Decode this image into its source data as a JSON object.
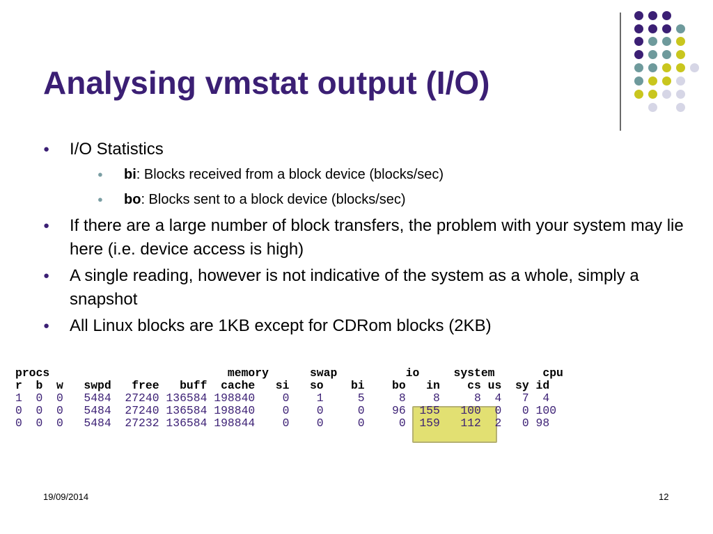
{
  "slide": {
    "title": "Analysing vmstat output (I/O)",
    "bullets": [
      {
        "text": "I/O Statistics",
        "sub": [
          {
            "term": "bi",
            "text": ": Blocks received from a block device (blocks/sec)"
          },
          {
            "term": "bo",
            "text": ": Blocks sent to a block device (blocks/sec)"
          }
        ]
      },
      {
        "text": "If there are a large number of block transfers, the problem with your system may lie here (i.e. device access is high)"
      },
      {
        "text": "A single reading, however is not indicative of the system as a whole, simply a snapshot"
      },
      {
        "text": "All Linux blocks are 1KB except for CDRom blocks (2KB)"
      }
    ],
    "vmstat": {
      "header1": "procs                          memory      swap          io     system       cpu",
      "header2": "r  b  w   swpd   free   buff  cache   si   so    bi    bo   in    cs us  sy id",
      "rows": [
        "1  0  0   5484  27240 136584 198840    0    1     5     8    8     8  4   7  4",
        "0  0  0   5484  27240 136584 198840    0    0     0    96  155   100  0   0 100",
        "0  0  0   5484  27232 136584 198844    0    0     0     0  159   112  2   0 98"
      ]
    },
    "footer": {
      "date": "19/09/2014",
      "page": "12"
    },
    "colors": {
      "title": "#3b1f74",
      "dark_dot": "#3b1f74",
      "teal_dot": "#6e9a9c",
      "yellow_dot": "#c9c61e",
      "light_dot": "#d6d6e6",
      "highlight": "#ccc800"
    }
  }
}
